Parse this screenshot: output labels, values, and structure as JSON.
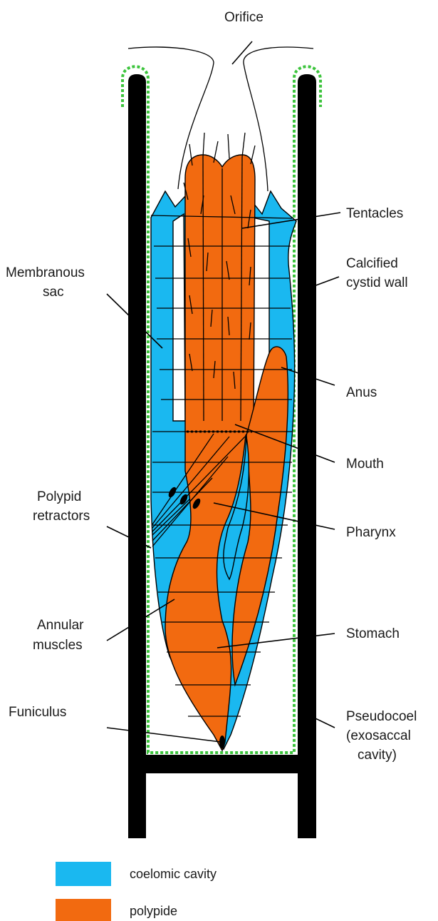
{
  "labels": {
    "orifice": "Orifice",
    "tentacles": "Tentacles",
    "calcified_line1": "Calcified",
    "calcified_line2": "cystid wall",
    "membranous_line1": "Membranous",
    "membranous_line2": "sac",
    "anus": "Anus",
    "mouth": "Mouth",
    "polypid_line1": "Polypid",
    "polypid_line2": "retractors",
    "pharynx": "Pharynx",
    "annular_line1": "Annular",
    "annular_line2": "muscles",
    "stomach": "Stomach",
    "funiculus": "Funiculus",
    "pseudocoel_line1": "Pseudocoel",
    "pseudocoel_line2": "(exosaccal",
    "pseudocoel_line3": "cavity)"
  },
  "legend": [
    {
      "label": "coelomic cavity",
      "color": "#1ab8f0"
    },
    {
      "label": "polypide",
      "color": "#f26a10"
    }
  ],
  "colors": {
    "coelom": "#1ab8f0",
    "polypide": "#f26a10",
    "wall": "#000000",
    "peritoneum": "#3cc43c"
  }
}
